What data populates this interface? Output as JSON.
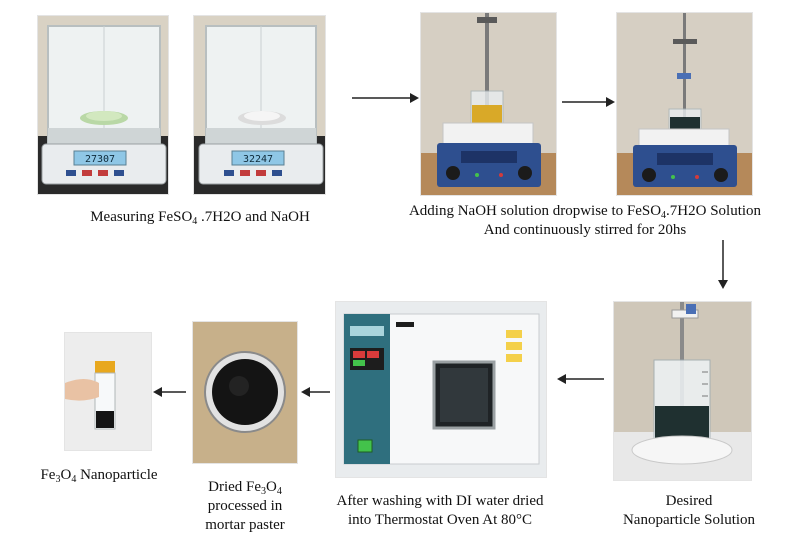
{
  "captions": {
    "measuring": {
      "pre": "Measuring FeSO",
      "sub": "4",
      "post": " .7H2O and  NaOH"
    },
    "adding_line1": {
      "pre": "Adding NaOH solution dropwise to FeSO",
      "sub": "4",
      "post": ".7H2O Solution"
    },
    "adding_line2": "And continuously stirred for 20hs",
    "desired_line1": "Desired",
    "desired_line2": "Nanoparticle Solution",
    "oven_line1": "After washing with DI water dried",
    "oven_line2": "into Thermostat Oven At 80°C",
    "dried_line1": {
      "pre": "Dried Fe",
      "sub1": "3",
      "mid": "O",
      "sub2": "4"
    },
    "dried_line2": "processed in",
    "dried_line3": "mortar paster",
    "nano": {
      "pre": "Fe",
      "sub1": "3",
      "mid": "O",
      "sub2": "4",
      "post": " Nanoparticle"
    }
  },
  "scale_readouts": {
    "scale1": "27307",
    "scale2": "32247"
  },
  "colors": {
    "wall": "#d9d2c4",
    "solution_yellow": "#d9a928",
    "solution_dark": "#1f3030",
    "powder_black": "#141414",
    "hotplate_blue": "#2e4f8f",
    "oven_panel": "#2f6f7e",
    "scale_lcd": "#8fc7e6",
    "arrow": "#222222"
  },
  "icons": [
    "balance-scale-icon",
    "hotplate-stirrer-icon",
    "beaker-icon",
    "thermostat-oven-icon",
    "mortar-icon",
    "vial-icon"
  ]
}
